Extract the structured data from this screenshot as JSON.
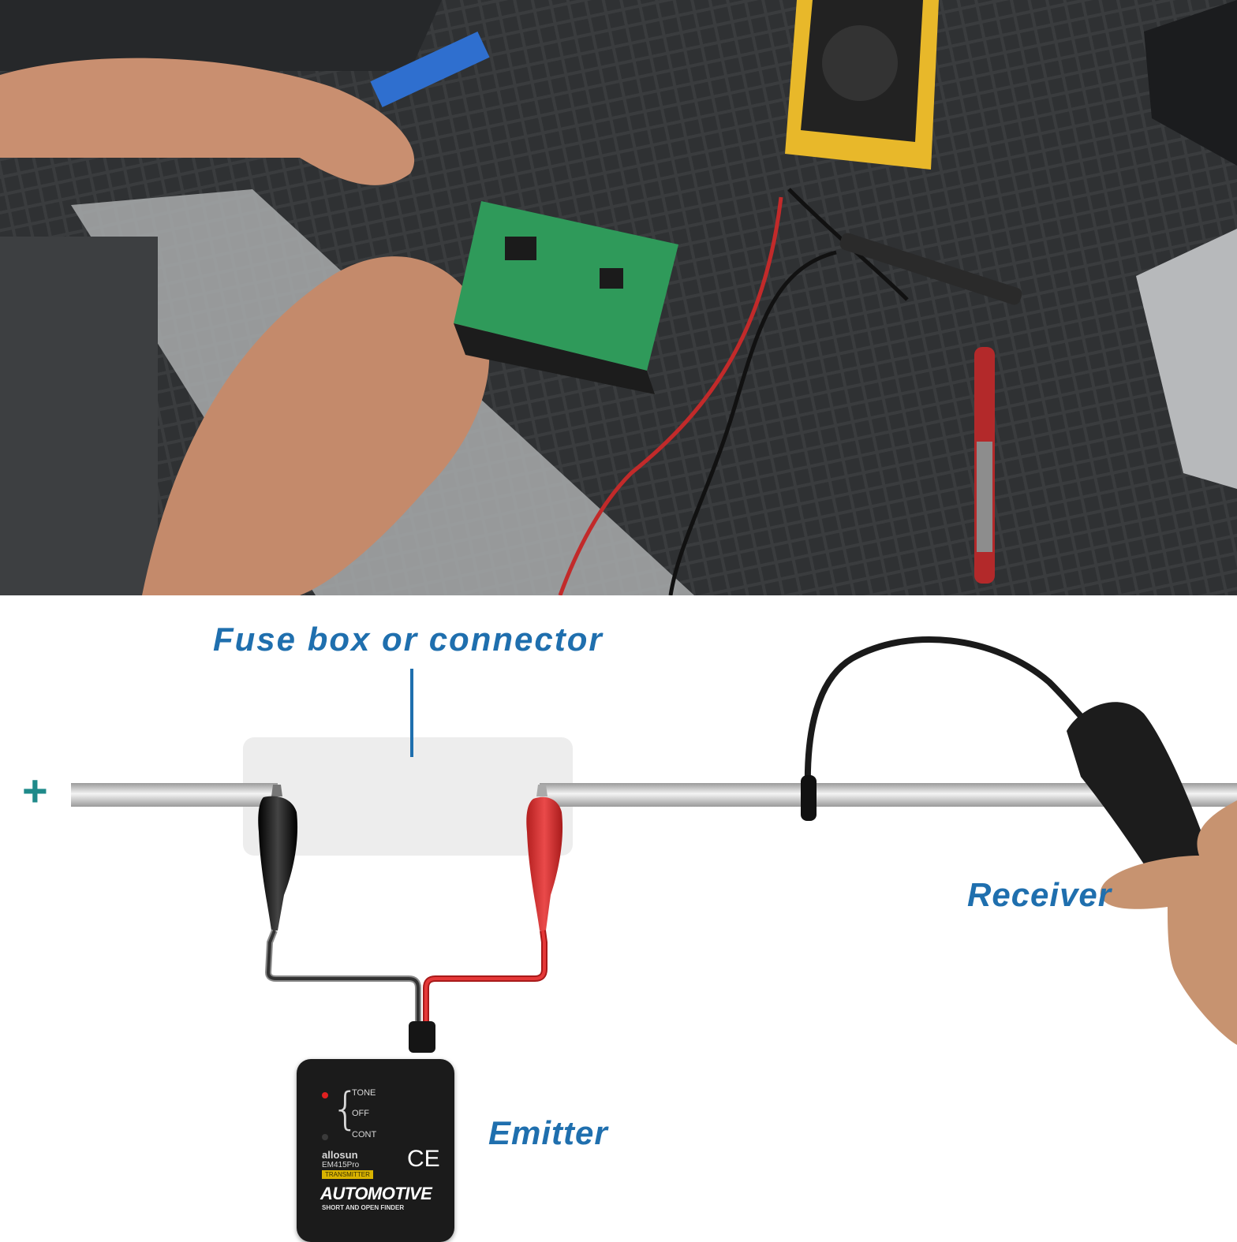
{
  "photo": {
    "description_icon": "workbench-photo"
  },
  "diagram": {
    "plus_sign": "+",
    "fuse_label": "Fuse box or connector",
    "receiver_label": "Receiver",
    "emitter_label": "Emitter"
  },
  "emitter_device": {
    "switch_tone": "TONE",
    "switch_off": "OFF",
    "switch_cont": "CONT",
    "brand": "allosun",
    "model": "EM415Pro",
    "tag": "TRANSMITTER",
    "title": "AUTOMOTIVE",
    "subtitle": "SHORT AND OPEN FINDER",
    "ce_mark": "CE"
  },
  "colors": {
    "label_blue": "#1f6fae",
    "plus_teal": "#1f8a8a",
    "clip_red": "#d62b2b",
    "clip_black": "#111111"
  }
}
